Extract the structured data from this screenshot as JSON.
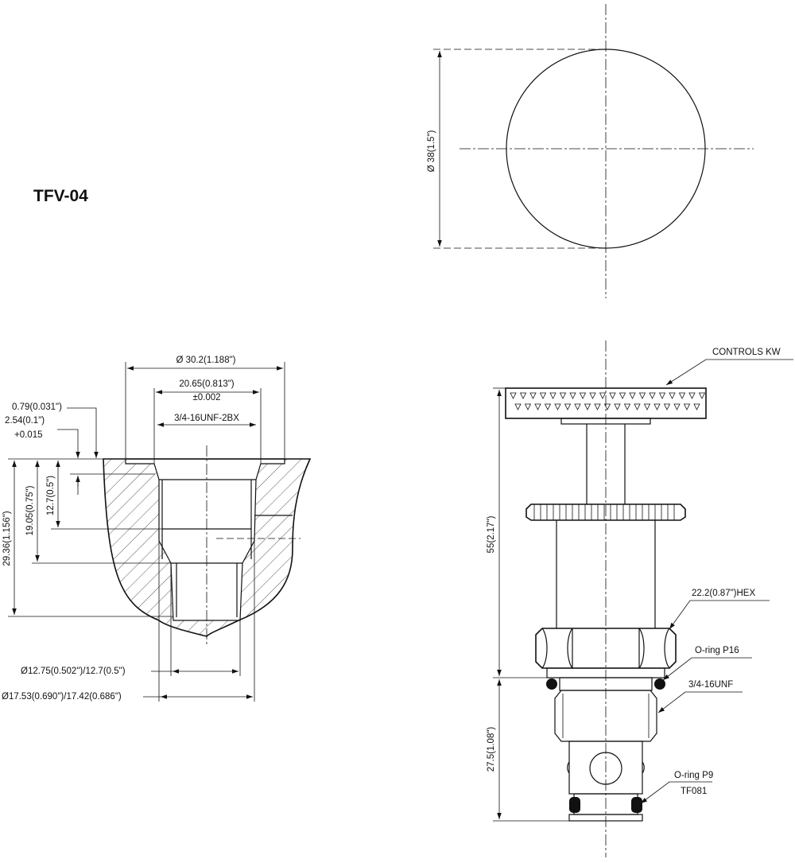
{
  "title": "TFV-04",
  "top_view": {
    "diameter": "Ø 38(1.5\")"
  },
  "cavity": {
    "outer_dia": "Ø 30.2(1.188\")",
    "thread_dia": "20.65(0.813\")",
    "thread_tol": "±0.002",
    "thread_spec": "3/4-16UNF-2BX",
    "chamfer": "0.79(0.031\")",
    "spot_depth": "2.54(0.1\")",
    "spot_tol": "+0.015",
    "depth_thread": "12.7(0.5\")",
    "depth_mid": "19.05(0.75\")",
    "depth_total": "29.36(1.156\")",
    "bore_small": "Ø12.75(0.502\")/12.7(0.5\")",
    "bore_large": "Ø17.53(0.690\")/17.42(0.686\")"
  },
  "cartridge": {
    "knob_label": "CONTROLS KW",
    "overall_length": "55(2.17\")",
    "hex": "22.2(0.87\")HEX",
    "oring_upper": "O-ring P16",
    "thread": "3/4-16UNF",
    "insert_length": "27.5(1.08\")",
    "oring_lower": "O-ring P9",
    "part_code": "TF081"
  }
}
